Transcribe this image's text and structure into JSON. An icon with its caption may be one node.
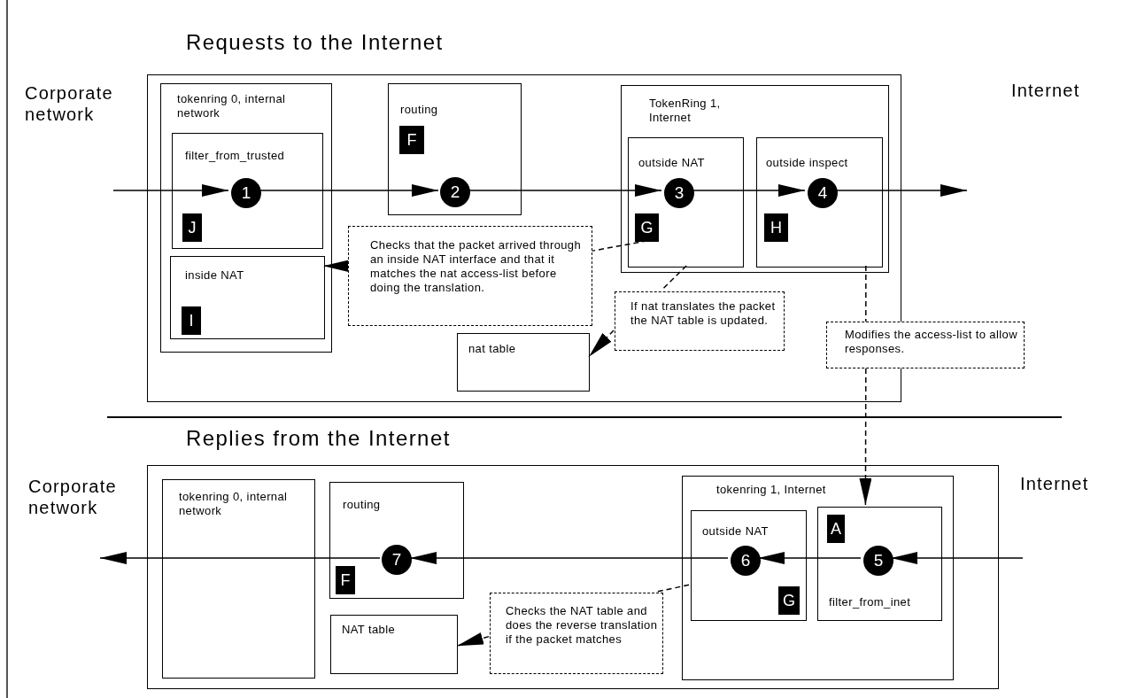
{
  "diagram": {
    "nodes": [
      {
        "text": [],
        "shape": "box"
      },
      {
        "text": [
          "tokenring 0, internal network"
        ],
        "in": 0
      },
      {
        "text": [
          "filter_from_trusted"
        ],
        "in": 1
      },
      {
        "text": [
          "1"
        ],
        "in": 2
      },
      {
        "text": [
          "J"
        ],
        "in": 2
      },
      {
        "text": [
          "inside NAT"
        ],
        "in": 1
      },
      {
        "text": [
          "I"
        ],
        "in": 5
      },
      {
        "text": [
          "routing"
        ],
        "in": 0
      },
      {
        "text": [
          "F"
        ],
        "in": 7
      },
      {
        "text": [
          "2"
        ],
        "in": 7
      },
      {
        "text": [
          "TokenRing 1, Internet"
        ],
        "in": 0
      },
      {
        "text": [
          "outside NAT"
        ],
        "in": 10
      },
      {
        "text": [
          "3"
        ],
        "in": 11
      },
      {
        "text": [
          "G"
        ],
        "in": 11
      },
      {
        "text": [
          "outside inspect"
        ],
        "in": 10
      },
      {
        "text": [
          "4"
        ],
        "in": 14
      },
      {
        "text": [
          "H"
        ],
        "in": 14
      },
      {
        "text": [
          "Checks that the packet arrived through an inside NAT interface and that it matches the nat access-list before doing the translation."
        ],
        "in": 0
      },
      {
        "text": [
          "If nat translates the packet the NAT table is updated."
        ],
        "in": 0
      },
      {
        "text": [
          "nat table"
        ],
        "in": 0
      },
      {
        "text": [
          "Modifies the access-list to allow responses."
        ]
      },
      {
        "text": [],
        "shape": "box"
      },
      {
        "text": [
          "tokenring 0, internal network"
        ],
        "in": 21
      },
      {
        "text": [
          "routing"
        ],
        "in": 21
      },
      {
        "text": [
          "7"
        ],
        "in": 23
      },
      {
        "text": [
          "F"
        ],
        "in": 23
      },
      {
        "text": [
          "NAT table"
        ],
        "in": 21
      },
      {
        "text": [
          "Checks the NAT table and does the reverse translation if the packet matches"
        ],
        "in": 21
      },
      {
        "text": [
          "tokenring 1, Internet"
        ],
        "in": 21
      },
      {
        "text": [
          "outside NAT"
        ],
        "in": 28
      },
      {
        "text": [
          "6"
        ],
        "in": 29
      },
      {
        "text": [
          "G"
        ],
        "in": 29
      },
      {
        "text": [
          "filter_from_inet"
        ],
        "in": 28
      },
      {
        "text": [
          "A"
        ],
        "in": 32
      },
      {
        "text": [
          "5"
        ],
        "in": 32
      }
    ],
    "edges": [
      {
        "from": null,
        "to": 3,
        "arrow": "to"
      },
      {
        "from": 3,
        "to": 9,
        "arrow": "to"
      },
      {
        "from": 9,
        "to": 12,
        "arrow": "to"
      },
      {
        "from": 12,
        "to": 15,
        "arrow": "to"
      },
      {
        "from": 15,
        "to": null,
        "arrow": "to"
      },
      {
        "from": 17,
        "to": 5,
        "arrow": "to",
        "style": "dashed"
      },
      {
        "from": 13,
        "to": 17,
        "arrow": "none",
        "style": "dashed"
      },
      {
        "from": 11,
        "to": 18,
        "arrow": "none",
        "style": "dashed"
      },
      {
        "from": 18,
        "to": 19,
        "arrow": "to",
        "style": "dashed"
      },
      {
        "from": 14,
        "to": 20,
        "arrow": "none",
        "style": "dashed"
      },
      {
        "from": 20,
        "to": 32,
        "arrow": "to",
        "style": "dashed"
      },
      {
        "from": null,
        "to": 34,
        "arrow": "to"
      },
      {
        "from": 34,
        "to": 30,
        "arrow": "to"
      },
      {
        "from": 30,
        "to": 24,
        "arrow": "to"
      },
      {
        "from": 24,
        "to": null,
        "arrow": "to"
      },
      {
        "from": 29,
        "to": 27,
        "arrow": "none",
        "style": "dashed"
      },
      {
        "from": 27,
        "to": 26,
        "arrow": "to",
        "style": "dashed"
      }
    ],
    "labels": [
      "Requests to the Internet",
      "Corporate network",
      "Internet",
      "Replies from the Internet",
      "Corporate network",
      "Internet"
    ]
  }
}
